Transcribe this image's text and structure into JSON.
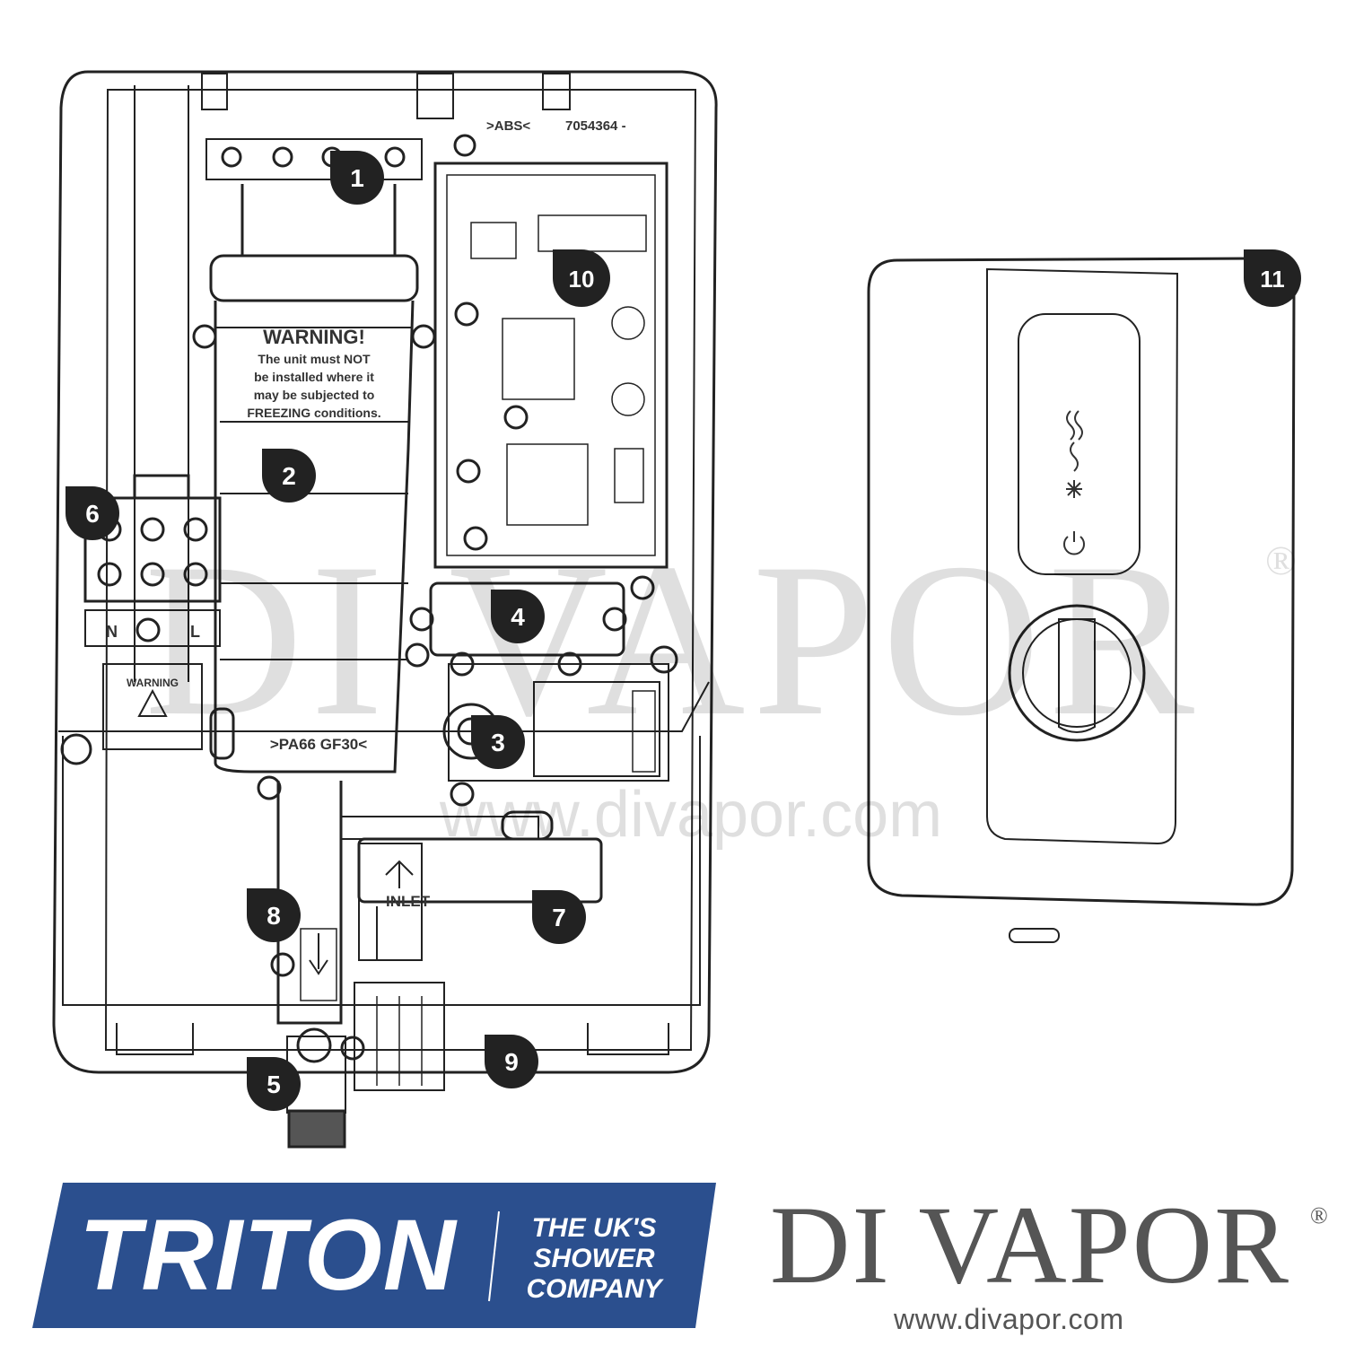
{
  "diagram": {
    "part_numbers": [
      "1",
      "2",
      "3",
      "4",
      "5",
      "6",
      "7",
      "8",
      "9",
      "10",
      "11"
    ],
    "labels": {
      "abs": ">ABS<",
      "part_code": "7054364 -",
      "warning_title": "WARNING!",
      "warning_lines": [
        "The unit must NOT",
        "be installed where it",
        "may be subjected to",
        "FREEZING conditions."
      ],
      "pa66": ">PA66 GF30<",
      "neutral": "N",
      "live": "L",
      "terminal_warning": "WARNING",
      "inlet": "INLET"
    }
  },
  "watermark": {
    "name": "DI VAPOR",
    "reg": "®",
    "url": "www.divapor.com"
  },
  "branding": {
    "triton": {
      "name": "TRITON",
      "tagline": [
        "THE UK'S",
        "SHOWER",
        "COMPANY"
      ],
      "color": "#2b4f8e"
    },
    "divapor": {
      "name": "DI VAPOR",
      "reg": "®",
      "url": "www.divapor.com",
      "color": "#555555"
    }
  }
}
